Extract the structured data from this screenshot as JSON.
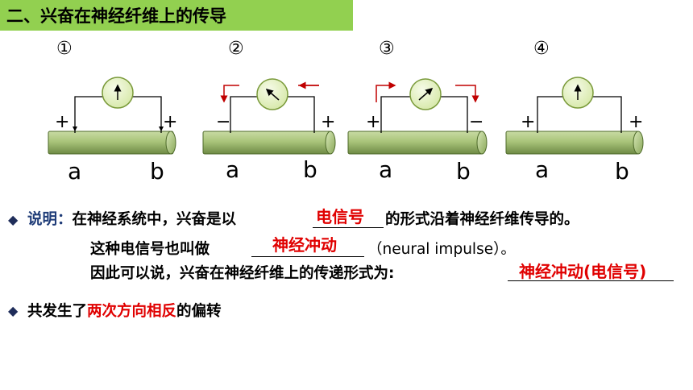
{
  "header": {
    "title": "二、兴奋在神经纤维上的传导"
  },
  "diagrams": [
    {
      "number": "①",
      "left_sign": "+",
      "right_sign": "+",
      "left_label": "a",
      "right_label": "b"
    },
    {
      "number": "②",
      "left_sign": "−",
      "right_sign": "+",
      "left_label": "a",
      "right_label": "b"
    },
    {
      "number": "③",
      "left_sign": "+",
      "right_sign": "−",
      "left_label": "a",
      "right_label": "b"
    },
    {
      "number": "④",
      "left_sign": "+",
      "right_sign": "+",
      "left_label": "a",
      "right_label": "b"
    }
  ],
  "explanation": {
    "label": "说明：",
    "line1_prefix": "在神经系统中，兴奋是以",
    "line1_fill": "电信号",
    "line1_suffix": "的形式沿着神经纤维传导的。",
    "line2_prefix": "这种电信号也叫做",
    "line2_fill": "神经冲动",
    "line2_suffix": "（neural impulse）。",
    "line3_prefix": "因此可以说，兴奋在神经纤维上的传递形式为:",
    "line3_fill": "神经冲动(电信号)"
  },
  "note": {
    "prefix": "共发生了",
    "highlight": "两次方向相反",
    "suffix": "的偏转"
  },
  "colors": {
    "title_bg": "#92d050",
    "highlight": "#e00000",
    "label_blue": "#1f3c78",
    "arrow_red": "#c00000"
  }
}
